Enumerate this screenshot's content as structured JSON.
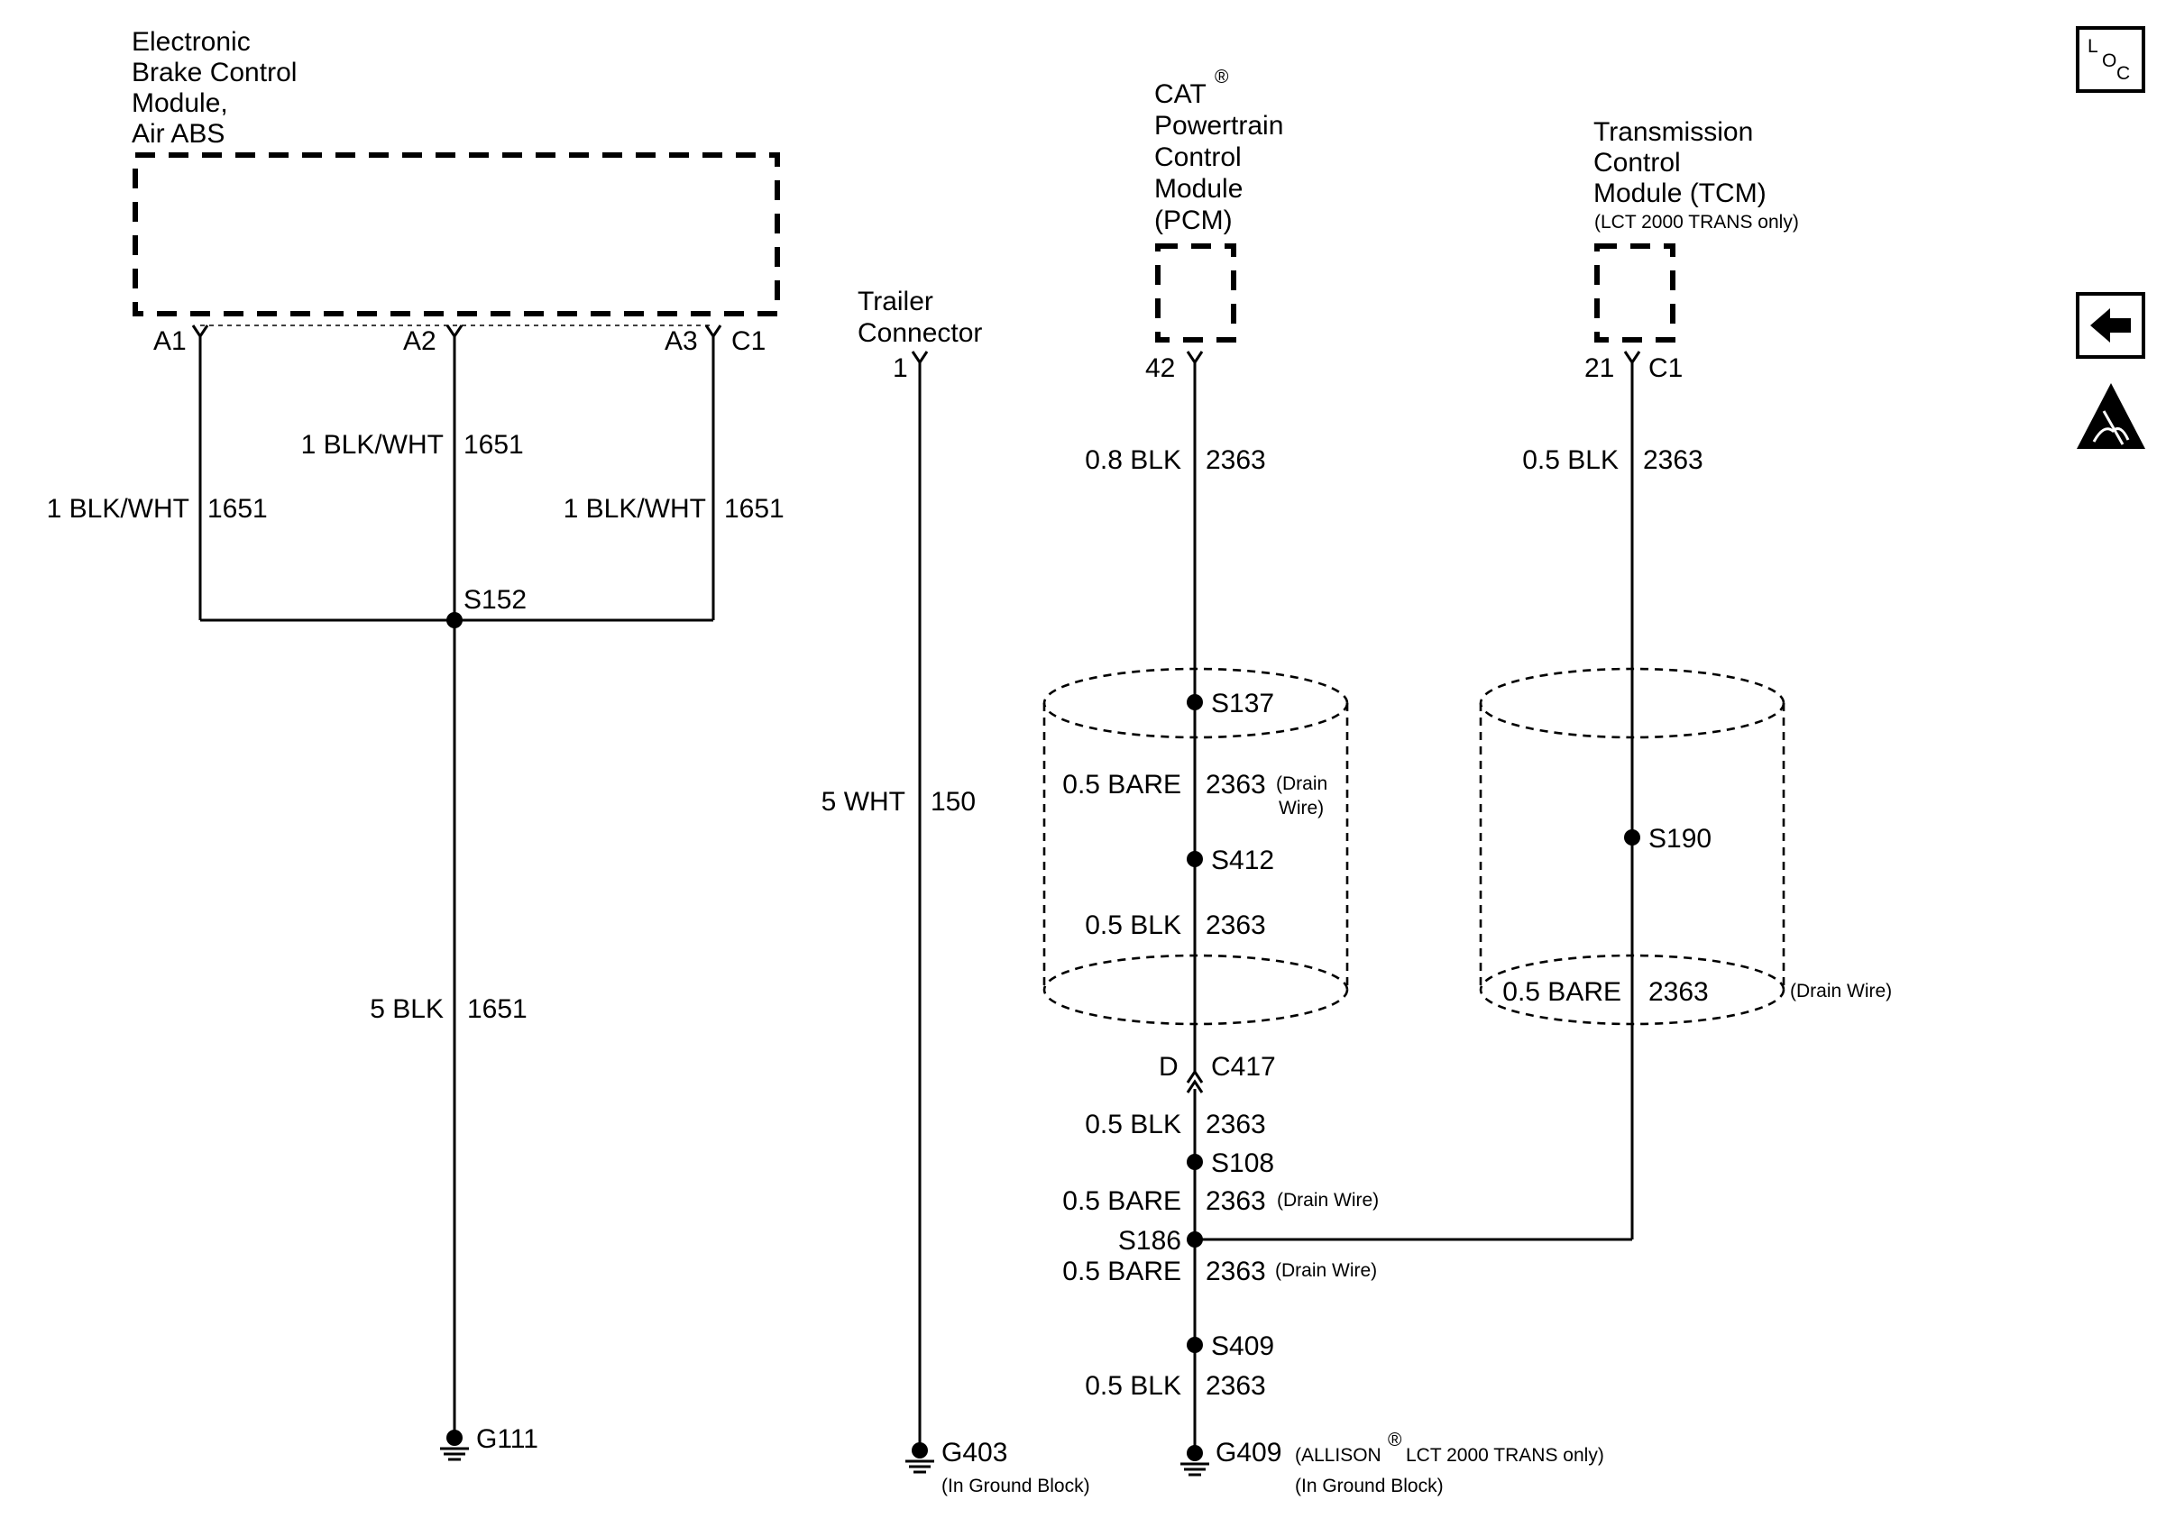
{
  "modules": {
    "ebcm": [
      "Electronic",
      "Brake Control",
      "Module,",
      "Air ABS"
    ],
    "pcm": [
      "CAT",
      "Powertrain",
      "Control",
      "Module",
      "(PCM)"
    ],
    "pcm_reg_mark": "®",
    "tcm": [
      "Transmission",
      "Control",
      "Module (TCM)"
    ],
    "tcm_note": "(LCT 2000 TRANS only)",
    "trailer": [
      "Trailer",
      "Connector"
    ]
  },
  "pins": {
    "a1": "A1",
    "a2": "A2",
    "a3": "A3",
    "c1_ebcm": "C1",
    "trailer_1": "1",
    "pcm_42": "42",
    "tcm_21": "21",
    "tcm_c1": "C1"
  },
  "wires": {
    "ebcm_a2_color": "1 BLK/WHT",
    "ebcm_a2_circuit": "1651",
    "ebcm_a1_color": "1 BLK/WHT",
    "ebcm_a1_circuit": "1651",
    "ebcm_a3_color": "1 BLK/WHT",
    "ebcm_a3_circuit": "1651",
    "ebcm_ground_color": "5 BLK",
    "ebcm_ground_circuit": "1651",
    "trailer_color": "5 WHT",
    "trailer_circuit": "150",
    "pcm_color": "0.8 BLK",
    "pcm_circuit": "2363",
    "pcm_drain_color": "0.5 BARE",
    "pcm_drain_circuit": "2363",
    "pcm_drain_note_1": "(Drain",
    "pcm_drain_note_2": "Wire)",
    "pcm_s412_color": "0.5 BLK",
    "pcm_s412_circuit": "2363",
    "tcm_color": "0.5 BLK",
    "tcm_circuit": "2363",
    "tcm_drain_color": "0.5 BARE",
    "tcm_drain_circuit": "2363",
    "tcm_drain_note": "(Drain Wire)",
    "c417_color": "0.5 BLK",
    "c417_circuit": "2363",
    "s108_color": "0.5 BARE",
    "s108_circuit": "2363",
    "s108_note": "(Drain Wire)",
    "s186_color": "0.5 BARE",
    "s186_circuit": "2363",
    "s186_note": "(Drain Wire)",
    "s409_color": "0.5 BLK",
    "s409_circuit": "2363"
  },
  "splices": {
    "s152": "S152",
    "s137": "S137",
    "s412": "S412",
    "s190": "S190",
    "s108": "S108",
    "s186": "S186",
    "s409": "S409"
  },
  "connectors": {
    "c417_pin": "D",
    "c417": "C417"
  },
  "grounds": {
    "g111": "G111",
    "g403": "G403",
    "g403_note": "(In Ground Block)",
    "g409": "G409",
    "g409_note_a": "(ALLISON",
    "g409_reg": "®",
    "g409_note_b": "LCT 2000 TRANS only)",
    "g409_note_2": "(In Ground Block)"
  },
  "nav": {
    "loc_letters": [
      "L",
      "O",
      "C"
    ],
    "loc_icon": "location-icon",
    "back_icon": "back-arrow-icon",
    "esd_icon": "esd-warning-icon"
  }
}
